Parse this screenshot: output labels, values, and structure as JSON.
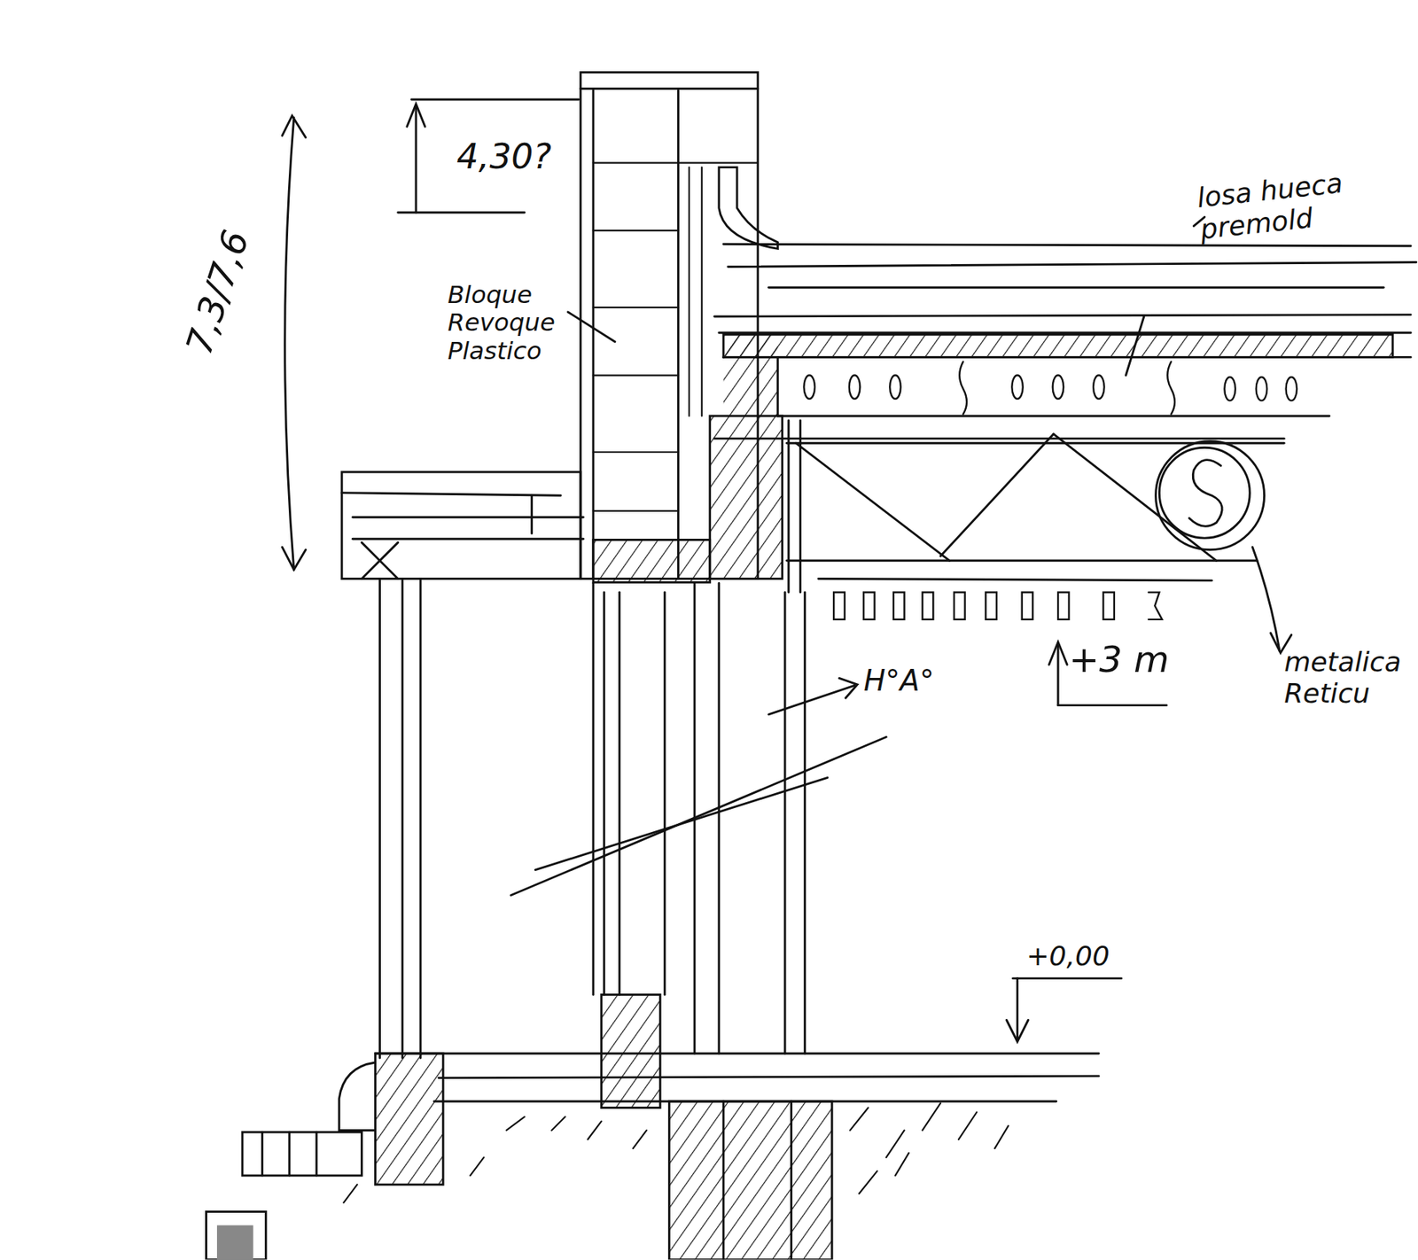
{
  "diagram": {
    "labels": [
      "4,30?",
      "7,3/7,6",
      "Bloque Revoque Plastico",
      "losa hueca premold",
      "H°A°",
      "+3 m",
      "+0,00",
      "metalica Reticu"
    ]
  }
}
